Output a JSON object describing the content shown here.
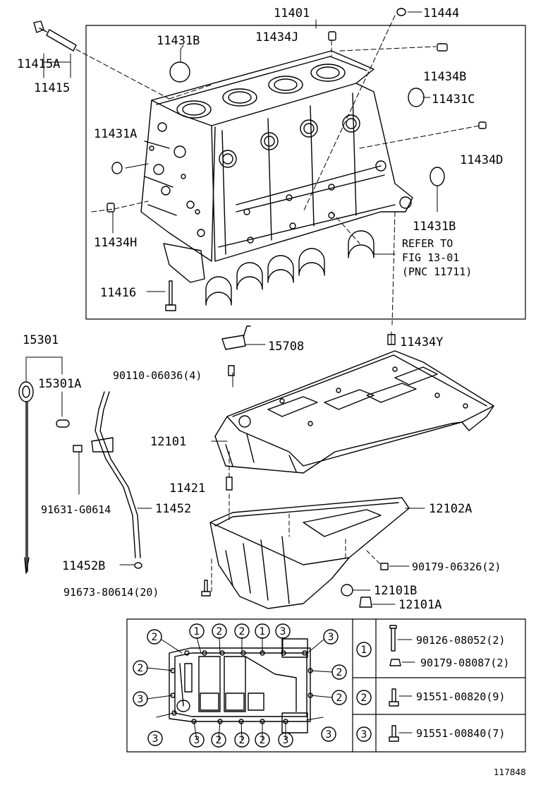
{
  "labels": {
    "p11401": "11401",
    "p11444": "11444",
    "p11431B_top": "11431B",
    "p11434J": "11434J",
    "p11415A": "11415A",
    "p11415": "11415",
    "p11434B": "11434B",
    "p11431C": "11431C",
    "p11431A": "11431A",
    "p11434D": "11434D",
    "p11431B_right": "11431B",
    "p11434H": "11434H",
    "refer1": "REFER TO",
    "refer2": "FIG 13-01",
    "refer3": "(PNC 11711)",
    "p11416": "11416",
    "p15301": "15301",
    "p15708": "15708",
    "p11434Y": "11434Y",
    "p15301A": "15301A",
    "p90110": "90110-06036(4)",
    "p12101": "12101",
    "p11421": "11421",
    "p12102A": "12102A",
    "p91631": "91631-G0614",
    "p11452": "11452",
    "p11452B": "11452B",
    "p90179_06326": "90179-06326(2)",
    "p91673": "91673-80614(20)",
    "p12101B": "12101B",
    "p12101A": "12101A"
  },
  "legend": {
    "rows": [
      {
        "key": "1",
        "parts": [
          "90126-08052(2)",
          "90179-08087(2)"
        ]
      },
      {
        "key": "2",
        "parts": [
          "91551-00820(9)"
        ]
      },
      {
        "key": "3",
        "parts": [
          "91551-00840(7)"
        ]
      }
    ]
  },
  "callouts": {
    "top": [
      "2",
      "1",
      "2",
      "2",
      "1",
      "3",
      "3"
    ],
    "left": [
      "2",
      "3",
      "3"
    ],
    "right": [
      "2",
      "2",
      "3"
    ],
    "bottom": [
      "3",
      "2",
      "2",
      "2",
      "3"
    ]
  },
  "figure_number": "117848"
}
